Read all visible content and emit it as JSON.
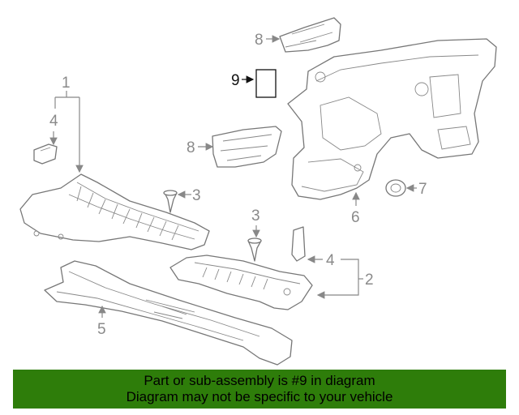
{
  "diagram": {
    "callouts": {
      "c1": "1",
      "c2": "2",
      "c3a": "3",
      "c3b": "3",
      "c4a": "4",
      "c4b": "4",
      "c5": "5",
      "c6": "6",
      "c7": "7",
      "c8a": "8",
      "c8b": "8",
      "c9": "9"
    },
    "highlighted_part": "9"
  },
  "footer": {
    "line1": "Part or sub-assembly is #9 in diagram",
    "line2": "Diagram may not be specific to your vehicle",
    "background_color": "#2e7d0a"
  }
}
